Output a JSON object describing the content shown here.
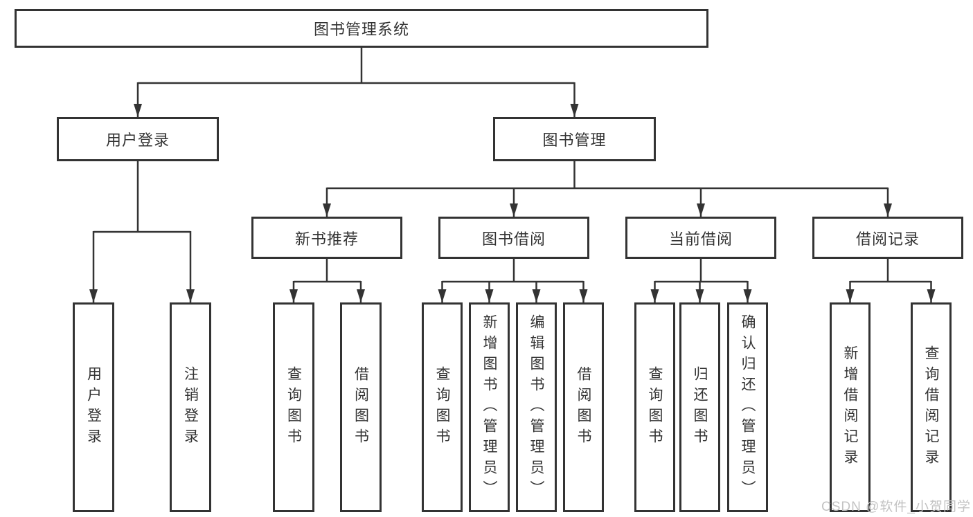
{
  "diagram": {
    "root": {
      "label": "图书管理系统"
    },
    "children": [
      {
        "label": "用户登录",
        "children": [
          {
            "label": "用户登录"
          },
          {
            "label": "注销登录"
          }
        ]
      },
      {
        "label": "图书管理",
        "children": [
          {
            "label": "新书推荐",
            "children": [
              {
                "label": "查询图书"
              },
              {
                "label": "借阅图书"
              }
            ]
          },
          {
            "label": "图书借阅",
            "children": [
              {
                "label": "查询图书"
              },
              {
                "label": "新增图书（管理员）"
              },
              {
                "label": "编辑图书（管理员）"
              },
              {
                "label": "借阅图书"
              }
            ]
          },
          {
            "label": "当前借阅",
            "children": [
              {
                "label": "查询图书"
              },
              {
                "label": "归还图书"
              },
              {
                "label": "确认归还（管理员）"
              }
            ]
          },
          {
            "label": "借阅记录",
            "children": [
              {
                "label": "新增借阅记录"
              },
              {
                "label": "查询借阅记录"
              }
            ]
          }
        ]
      }
    ]
  },
  "watermark": {
    "text": "CSDN @软件_小贺同学"
  },
  "colors": {
    "line": "#333333",
    "text": "#333333",
    "box_background": "#ffffff",
    "page_background": "#ffffff",
    "watermark": "#c3c3c3"
  }
}
